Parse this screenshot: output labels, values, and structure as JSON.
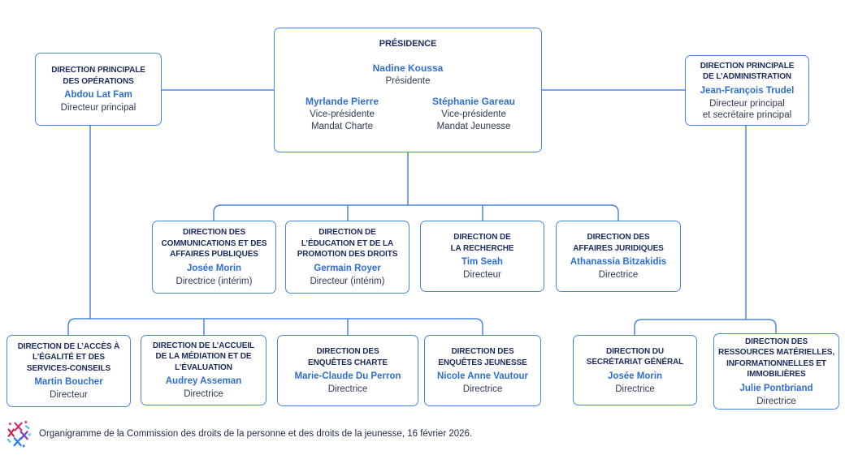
{
  "colors": {
    "accent-blue": "#2e6fd2",
    "title-navy": "#1b2a5c",
    "text-dark": "#2e3a56",
    "border-blue": "#4a86dd"
  },
  "presidence": {
    "title": "PRÉSIDENCE",
    "president": {
      "name": "Nadine Koussa",
      "role": "Présidente"
    },
    "vice_presidents": [
      {
        "name": "Myrlande Pierre",
        "role": "Vice-présidente",
        "mandate": "Mandat Charte"
      },
      {
        "name": "Stéphanie Gareau",
        "role": "Vice-présidente",
        "mandate": "Mandat Jeunesse"
      }
    ]
  },
  "principal_directions": [
    {
      "title": "DIRECTION PRINCIPALE\nDES OPÉRATIONS",
      "name": "Abdou Lat Fam",
      "role": "Directeur principal"
    },
    {
      "title": "DIRECTION PRINCIPALE\nDE L’ADMINISTRATION",
      "name": "Jean-François Trudel",
      "role": "Directeur principal\net secrétaire principal"
    }
  ],
  "middle_directions": [
    {
      "title": "DIRECTION DES\nCOMMUNICATIONS ET DES\nAFFAIRES PUBLIQUES",
      "name": "Josée Morin",
      "role": "Directrice (intérim)"
    },
    {
      "title": "DIRECTION DE\nL’ÉDUCATION ET DE LA\nPROMOTION DES DROITS",
      "name": "Germain Royer",
      "role": "Directeur (intérim)"
    },
    {
      "title": "DIRECTION DE\nLA RECHERCHE",
      "name": "Tim Seah",
      "role": "Directeur"
    },
    {
      "title": "DIRECTION DES\nAFFAIRES JURIDIQUES",
      "name": "Athanassia Bitzakidis",
      "role": "Directrice"
    }
  ],
  "bottom_directions": [
    {
      "title": "DIRECTION DE L’ACCÈS À\nL’ÉGALITÉ ET DES\nSERVICES-CONSEILS",
      "name": "Martin Boucher",
      "role": "Directeur"
    },
    {
      "title": "DIRECTION DE L’ACCUEIL\nDE LA MÉDIATION ET DE\nL’ÉVALUATION",
      "name": "Audrey Asseman",
      "role": "Directrice"
    },
    {
      "title": "DIRECTION DES\nENQUÊTES CHARTE",
      "name": "Marie-Claude Du Perron",
      "role": "Directrice"
    },
    {
      "title": "DIRECTION DES\nENQUÊTES JEUNESSE",
      "name": "Nicole Anne Vautour",
      "role": "Directrice"
    },
    {
      "title": "DIRECTION DU\nSECRÉTARIAT GÉNÉRAL",
      "name": "Josée Morin",
      "role": "Directrice"
    },
    {
      "title": "DIRECTION DES\nRESSOURCES MATÉRIELLES,\nINFORMATIONNELLES ET\nIMMOBILIÈRES",
      "name": "Julie Pontbriand",
      "role": "Directrice"
    }
  ],
  "footer": {
    "logo_icon": "cdpdj-starburst-logo",
    "caption": "Organigramme de la Commission des droits de la personne et des droits de la jeunesse, 16 février 2026."
  }
}
